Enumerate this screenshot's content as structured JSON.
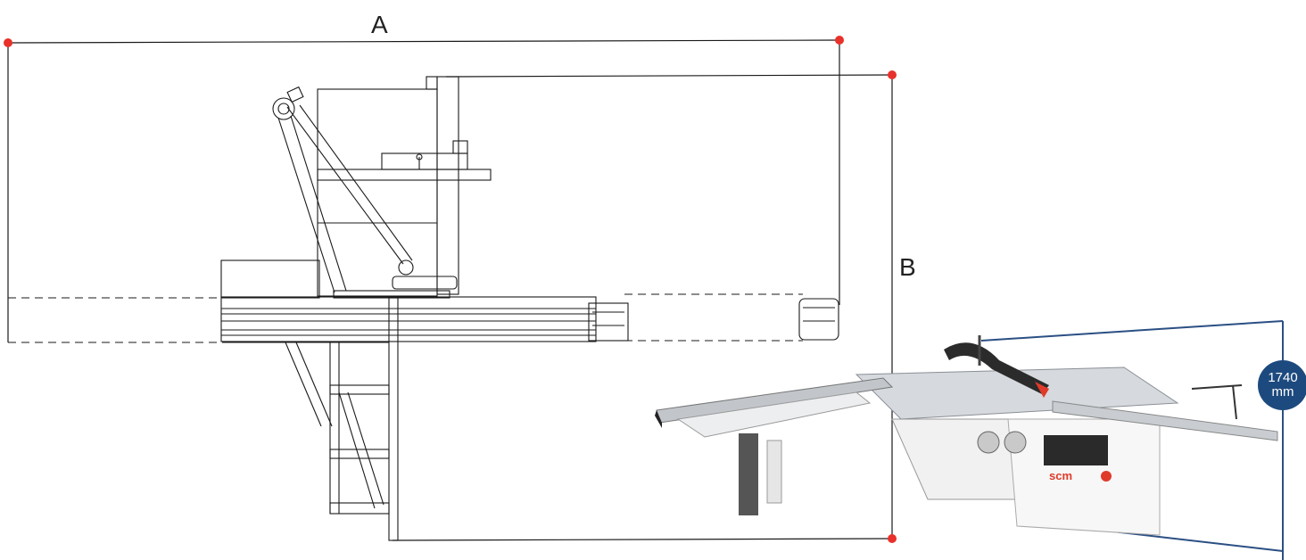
{
  "dimensions": {
    "a_label": "A",
    "b_label": "B"
  },
  "height_badge": {
    "value": "1740",
    "unit": "mm"
  },
  "photo": {
    "brand_logo_text": "scm"
  },
  "colors": {
    "dimension_endpoint": "#e8312a",
    "badge_fill": "#1d4a7e",
    "line": "#1a1a1a",
    "height_frame": "#2b4f84"
  }
}
